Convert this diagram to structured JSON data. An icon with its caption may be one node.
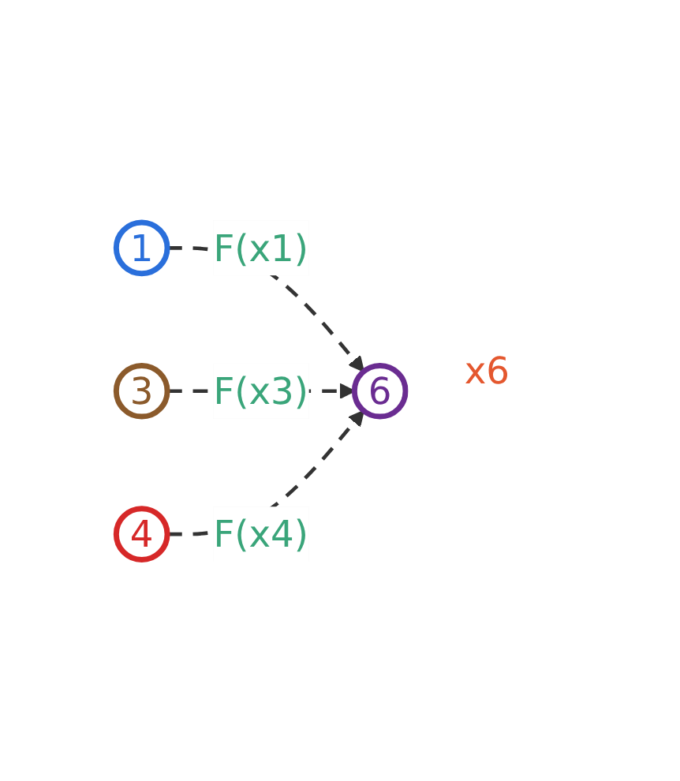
{
  "diagram": {
    "nodes": [
      {
        "text": [
          "1"
        ]
      },
      {
        "text": [
          "6"
        ],
        "beside": [
          "x6"
        ]
      },
      {
        "text": [
          "3"
        ]
      },
      {
        "text": [
          "4"
        ]
      }
    ],
    "edges": [
      {
        "from": 0,
        "to": 1,
        "arrow": "to",
        "label": "F(x1)",
        "style": "dashed"
      },
      {
        "from": 2,
        "to": 1,
        "arrow": "to",
        "label": "F(x3)",
        "style": "dashed"
      },
      {
        "from": 3,
        "to": 1,
        "arrow": "to",
        "label": "F(x4)",
        "style": "dashed"
      }
    ]
  }
}
